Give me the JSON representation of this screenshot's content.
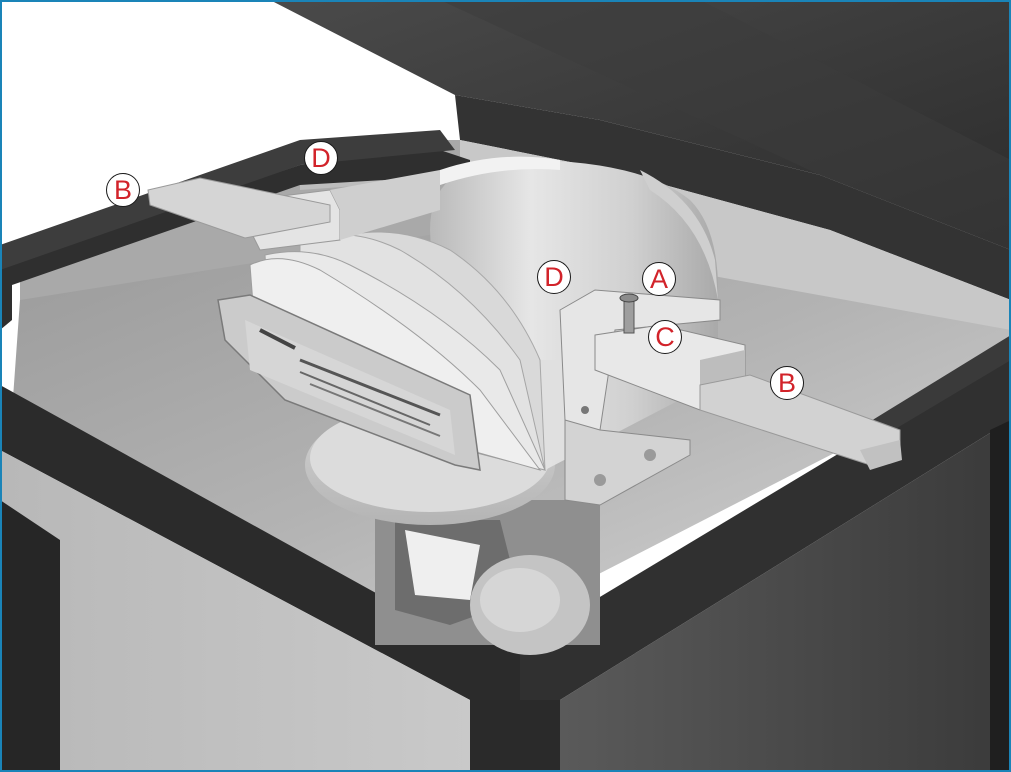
{
  "colors": {
    "frame": "#1a84b8",
    "callout_text": "#d2232a",
    "callout_ring": "#1a1a1a",
    "callout_fill": "#ffffff"
  },
  "callouts": [
    {
      "id": "b-left",
      "label": "B"
    },
    {
      "id": "d-top",
      "label": "D"
    },
    {
      "id": "d-mid",
      "label": "D"
    },
    {
      "id": "a",
      "label": "A"
    },
    {
      "id": "c",
      "label": "C"
    },
    {
      "id": "b-right",
      "label": "B"
    }
  ]
}
